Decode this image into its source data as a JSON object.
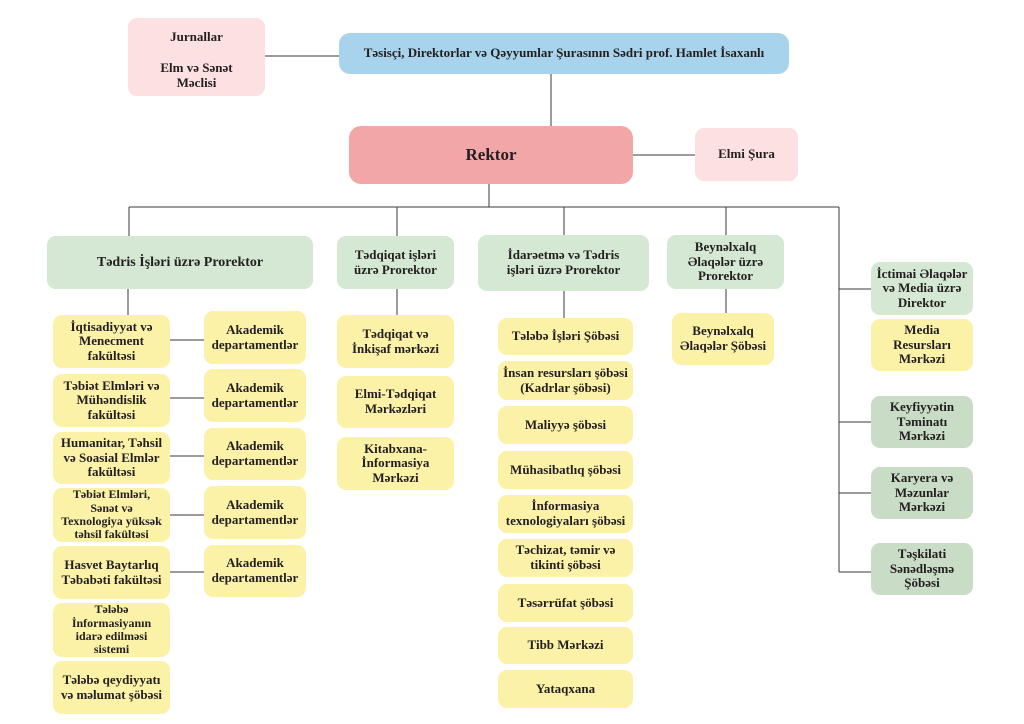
{
  "chart_data": {
    "type": "org-chart",
    "title": "",
    "top": {
      "founder": "Təsisçi, Direktorlar və Qəyyumlar Şurasının Sədri prof. Hamlet İsaxanlı",
      "founder_side": [
        "Jurnallar",
        "Elm və Sənət\nMəclisi"
      ],
      "rector": "Rektor",
      "rector_side": "Elmi Şura"
    },
    "branches": [
      {
        "head": "Tədris İşləri üzrə Prorektor",
        "faculties": [
          {
            "name": "İqtisadiyyat və\nMenecment\nfakültəsi",
            "child": "Akademik\ndepartamentlər"
          },
          {
            "name": "Təbiət Elmləri və\nMühəndislik\nfakültəsi",
            "child": "Akademik\ndepartamentlər"
          },
          {
            "name": "Humanitar, Təhsil\nvə Soasial Elmlər\nfakültəsi",
            "child": "Akademik\ndepartamentlər"
          },
          {
            "name": "Təbiət Elmləri,\nSənət və\nTexnologiya yüksək\ntəhsil fakültəsi",
            "child": "Akademik\ndepartamentlər"
          },
          {
            "name": "Hasvet Baytarlıq\nTəbabəti fakültəsi",
            "child": "Akademik\ndepartamentlər"
          }
        ],
        "units": [
          "Tələbə\nİnformasiyanın\nidarə edilməsi\nsistemi",
          "Tələbə qeydiyyatı\nvə məlumat şöbəsi"
        ]
      },
      {
        "head": "Tədqiqat işləri\nüzrə Prorektor",
        "units": [
          "Tədqiqat və\nİnkişaf mərkəzi",
          "Elmi-Tədqiqat\nMərkəzləri",
          "Kitabxana-\nİnformasiya\nMərkəzi"
        ]
      },
      {
        "head": "İdarəetmə və Tədris\nişləri üzrə Prorektor",
        "units": [
          "Tələbə İşləri Şöbəsi",
          "İnsan resursları şöbəsi\n(Kadrlar şöbəsi)",
          "Maliyyə şöbəsi",
          "Mühasibatlıq şöbəsi",
          "İnformasiya\ntexnologiyaları şöbəsi",
          "Təchizat, təmir və\ntikinti şöbəsi",
          "Təsərrüfat şöbəsi",
          "Tibb Mərkəzi",
          "Yataqxana"
        ]
      },
      {
        "head": "Beynəlxalq\nƏlaqələr üzrə\nProrektor",
        "units": [
          "Beynəlxalq\nƏlaqələr Şöbəsi"
        ]
      },
      {
        "head": "İctimai Əlaqələr\nvə Media üzrə\nDirektor",
        "head_child": "Media\nResursları\nMərkəzi",
        "units": [
          "Keyfiyyətin\nTəminatı\nMərkəzi",
          "Karyera və\nMəzunlar\nMərkəzi",
          "Təşkilati\nSənədləşmə\nŞöbəsi"
        ]
      }
    ],
    "colors": {
      "founder": "#a7d4ec",
      "rector": "#f3a6a7",
      "advisory": "#fde0e1",
      "vice_rector": "#d5e8d4",
      "unit": "#fbf2a8",
      "director_units": "#c8dcc6",
      "connector": "#3a3a3a"
    }
  }
}
